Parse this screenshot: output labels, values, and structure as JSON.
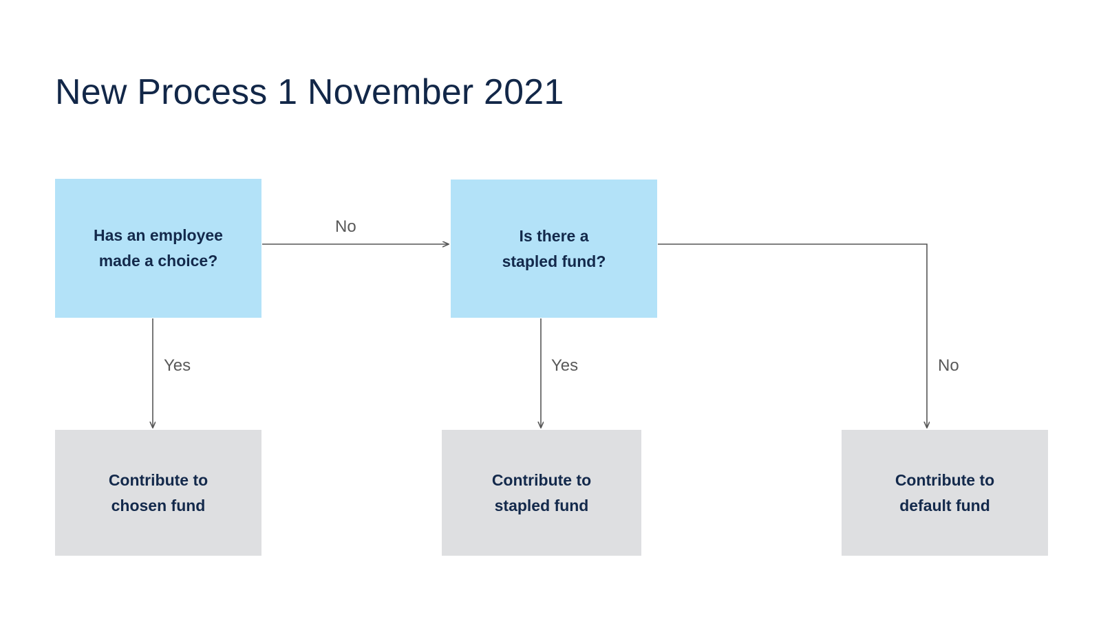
{
  "title": "New Process 1 November 2021",
  "colors": {
    "title_text": "#122748",
    "decision_fill": "#b3e2f8",
    "terminal_fill": "#dedfe1",
    "node_text": "#13294b",
    "edge_stroke": "#555555",
    "edge_label_text": "#595959",
    "background": "#ffffff"
  },
  "diagram": {
    "nodes": [
      {
        "id": "choice",
        "type": "decision",
        "text": "Has an employee\nmade a choice?"
      },
      {
        "id": "stapled",
        "type": "decision",
        "text": "Is there a\nstapled fund?"
      },
      {
        "id": "chosen",
        "type": "terminal",
        "text": "Contribute to\nchosen fund"
      },
      {
        "id": "stapledfund",
        "type": "terminal",
        "text": "Contribute to\nstapled fund"
      },
      {
        "id": "default",
        "type": "terminal",
        "text": "Contribute to\ndefault fund"
      }
    ],
    "edges": [
      {
        "id": "choice-to-stapled",
        "from": "choice",
        "to": "stapled",
        "label": "No",
        "direction": "right"
      },
      {
        "id": "choice-to-chosen",
        "from": "choice",
        "to": "chosen",
        "label": "Yes",
        "direction": "down"
      },
      {
        "id": "stapled-to-stapledfund",
        "from": "stapled",
        "to": "stapledfund",
        "label": "Yes",
        "direction": "down"
      },
      {
        "id": "stapled-to-default",
        "from": "stapled",
        "to": "default",
        "label": "No",
        "direction": "right-down"
      }
    ]
  }
}
